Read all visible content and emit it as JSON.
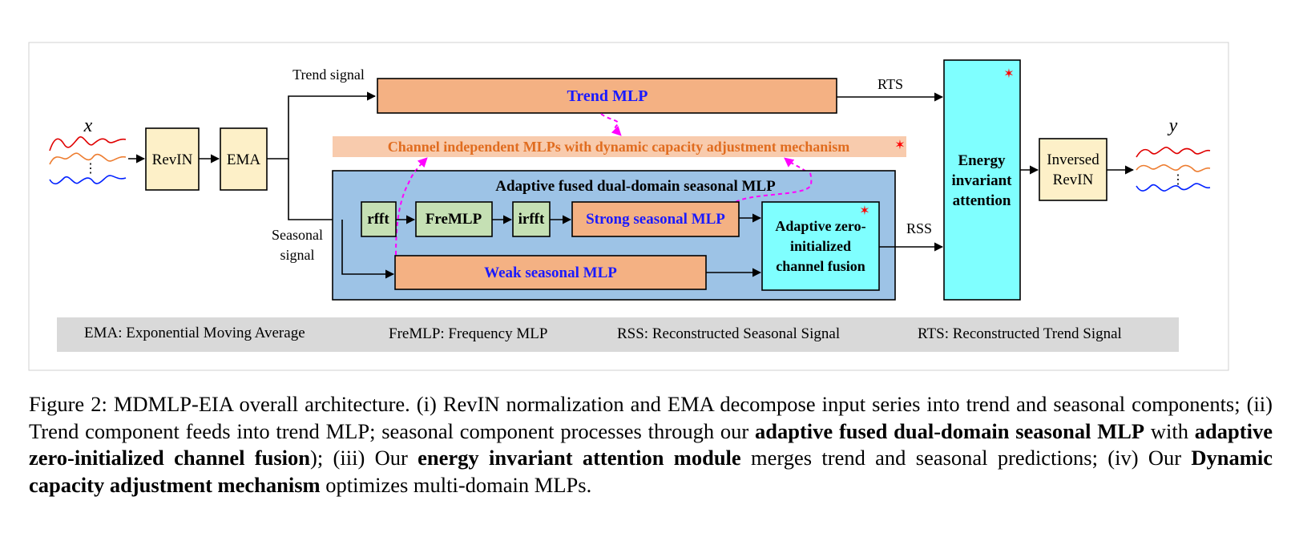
{
  "diagram": {
    "labels": {
      "input_x": "x",
      "output_y": "y",
      "trend_signal": "Trend signal",
      "seasonal_signal_line1": "Seasonal",
      "seasonal_signal_line2": "signal",
      "rts": "RTS",
      "rss": "RSS",
      "fused_container_title": "Adaptive fused dual-domain seasonal MLP"
    },
    "blocks": {
      "revin": "RevIN",
      "ema": "EMA",
      "trend_mlp": "Trend MLP",
      "channel_independent": "Channel independent MLPs with dynamic capacity adjustment mechanism",
      "rfft": "rfft",
      "fremlp": "FreMLP",
      "irfft": "irfft",
      "strong_seasonal": "Strong seasonal MLP",
      "weak_seasonal": "Weak seasonal MLP",
      "fusion_line1": "Adaptive zero-",
      "fusion_line2": "initialized",
      "fusion_line3": "channel fusion",
      "attention_line1": "Energy",
      "attention_line2": "invariant",
      "attention_line3": "attention",
      "inversed_line1": "Inversed",
      "inversed_line2": "RevIN"
    },
    "legend": {
      "ema": "EMA: Exponential Moving Average",
      "fremlp": "FreMLP: Frequency MLP",
      "rss": "RSS: Reconstructed Seasonal Signal",
      "rts": "RTS: Reconstructed Trend Signal"
    },
    "colors": {
      "cream": "#fdf0c8",
      "orange": "#f4b183",
      "blue_container": "#9dc3e6",
      "green": "#c5e0b4",
      "cyan": "#7fffff",
      "text_blue": "#1a1aff",
      "text_orange": "#e06c1f",
      "magenta": "#ff00ff",
      "star_red": "#ff0000",
      "legend_bg": "#d9d9d9"
    }
  },
  "caption": {
    "s1": "Figure 2: MDMLP-EIA overall architecture. (i) RevIN normalization and EMA decompose input series into trend and seasonal components; (ii) Trend component feeds into trend MLP; seasonal component processes through our ",
    "b1": "adaptive fused dual-domain seasonal MLP",
    "s2": " with ",
    "b2": "adaptive zero-initialized channel fusion",
    "s3": "); (iii) Our ",
    "b3": "energy invariant attention module",
    "s4": " merges trend and seasonal predictions; (iv) Our ",
    "b4": "Dynamic capacity adjustment mechanism",
    "s5": " optimizes multi-domain MLPs."
  }
}
